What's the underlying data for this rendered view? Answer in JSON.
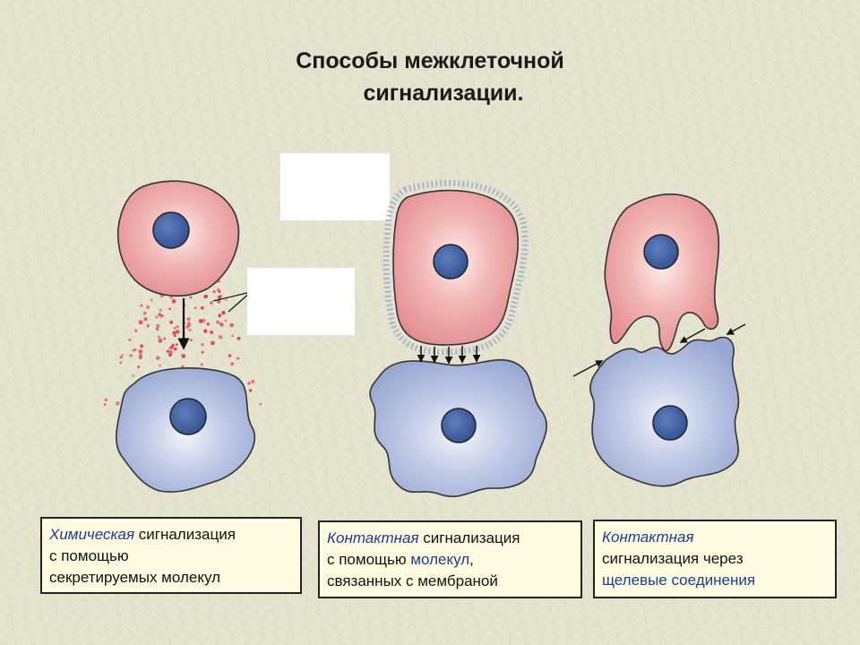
{
  "title": {
    "line1": "Способы межклеточной",
    "line2": "сигнализации."
  },
  "captions": [
    {
      "highlight": "Химическая",
      "rest1": " сигнализация",
      "line2": "с помощью",
      "line3": "секретируемых молекул"
    },
    {
      "highlight": "Контактная",
      "rest1": " сигнализация",
      "line2_a": "с помощью ",
      "line2_b": "молекул",
      "line2_c": ",",
      "line3": "связанных с мембраной"
    },
    {
      "highlight": "Контактная",
      "line2": "сигнализация через",
      "line3": "щелевые соединения"
    }
  ],
  "colors": {
    "signaling_cell": "#e8a0a0",
    "target_cell": "#a9b7d8",
    "nucleus": "#3d5a9a",
    "accent_text": "#1a3d8f"
  }
}
